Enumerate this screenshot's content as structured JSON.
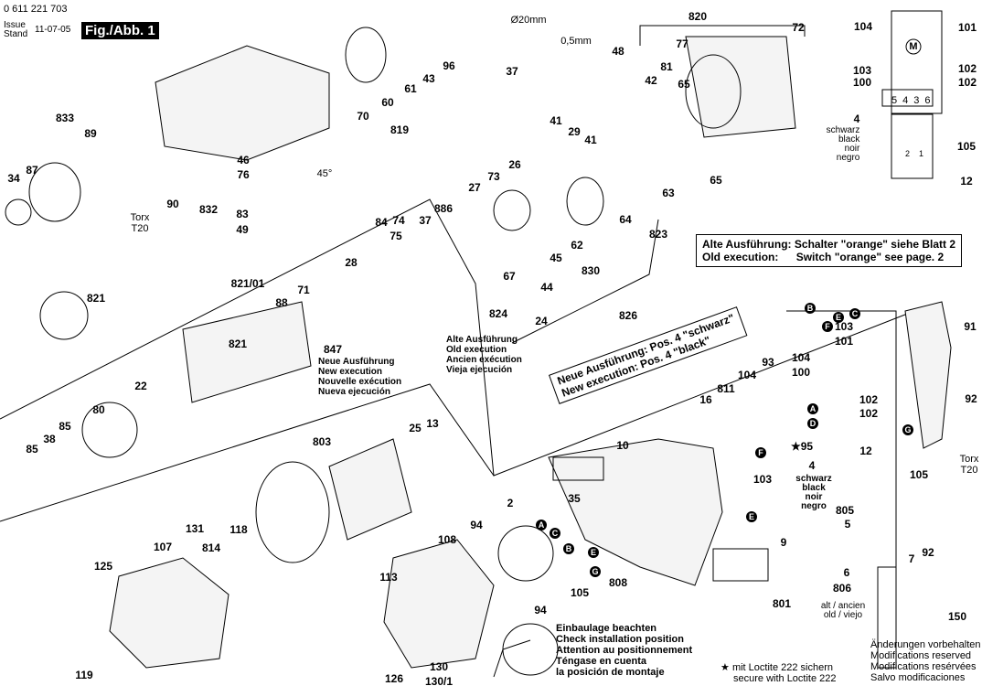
{
  "header": {
    "part_number": "0 611 221 703",
    "issue_label": "Issue",
    "stand_label": "Stand",
    "date": "11-07-05",
    "figure": "Fig./Abb. 1"
  },
  "labels": [
    "37",
    "Ø20mm",
    "0,5mm",
    "820",
    "72",
    "77",
    "81",
    "65",
    "42",
    "48",
    "41",
    "29",
    "41",
    "26",
    "73",
    "27",
    "63",
    "64",
    "62",
    "830",
    "823",
    "65",
    "96",
    "43",
    "61",
    "60",
    "70",
    "819",
    "833",
    "89",
    "34",
    "87",
    "46",
    "76",
    "45°",
    "90",
    "832",
    "83",
    "49",
    "84",
    "74",
    "37",
    "886",
    "75",
    "67",
    "45",
    "44",
    "824",
    "24",
    "826",
    "28",
    "71",
    "88",
    "821/01",
    "821",
    "821",
    "847",
    "22",
    "80",
    "85",
    "38",
    "85",
    "803",
    "25",
    "13",
    "2",
    "35",
    "94",
    "10",
    "108",
    "113",
    "131",
    "107",
    "125",
    "814",
    "118",
    "119",
    "126",
    "130",
    "130/1",
    "105",
    "94",
    "808",
    "9",
    "801",
    "16",
    "811",
    "104",
    "93",
    "103",
    "12",
    "105",
    "805",
    "5",
    "104",
    "100",
    "103",
    "101",
    "102",
    "102",
    "91",
    "92",
    "7",
    "92",
    "6",
    "806",
    "150",
    "104",
    "101",
    "103",
    "100",
    "102",
    "102",
    "4",
    "105",
    "12",
    "4"
  ],
  "torx_labels": [
    {
      "line1": "Torx",
      "line2": "T20"
    },
    {
      "line1": "Torx",
      "line2": "T20"
    }
  ],
  "switch_color_labels": [
    [
      "schwarz",
      "black",
      "noir",
      "negro"
    ],
    [
      "schwarz",
      "black",
      "noir",
      "negro"
    ]
  ],
  "motor_symbol": "M",
  "terminal_numbers": [
    "5",
    "4",
    "3",
    "6"
  ],
  "switch_terminals": [
    "2",
    "1"
  ],
  "connector_letters": [
    "A",
    "C",
    "B",
    "E",
    "G",
    "B",
    "F",
    "E",
    "C",
    "A",
    "D",
    "F",
    "E",
    "G"
  ],
  "star_part": "★95",
  "new_execution_note": [
    "Neue Ausführung",
    "New execution",
    "Nouvelle exécution",
    "Nueva ejecución"
  ],
  "old_execution_note": [
    "Alte Ausführung",
    "Old execution",
    "Ancien exécution",
    "Vieja ejecución"
  ],
  "old_switch_box": {
    "line1_label": "Alte Ausführung:",
    "line1_text": "Schalter  \"orange\"  siehe Blatt 2",
    "line2_label": "Old execution:",
    "line2_text": "Switch \"orange\"  see page. 2"
  },
  "new_switch_box": {
    "line1": "Neue Ausführung:  Pos. 4 \"schwarz\"",
    "line2": "New execution:     Pos. 4 \"black\""
  },
  "installation_note": [
    "Einbaulage beachten",
    "Check installation position",
    "Attention au positionnement",
    "Téngase en cuenta",
    "la posición de montaje"
  ],
  "alt_note": [
    "alt / ancien",
    "old / viejo"
  ],
  "loctite_note": [
    "mit Loctite 222 sichern",
    "secure with Loctite 222"
  ],
  "modifications_note": [
    "Änderungen vorbehalten",
    "Modifications reserved",
    "Modifications resérvées",
    "Salvo modificaciones"
  ]
}
